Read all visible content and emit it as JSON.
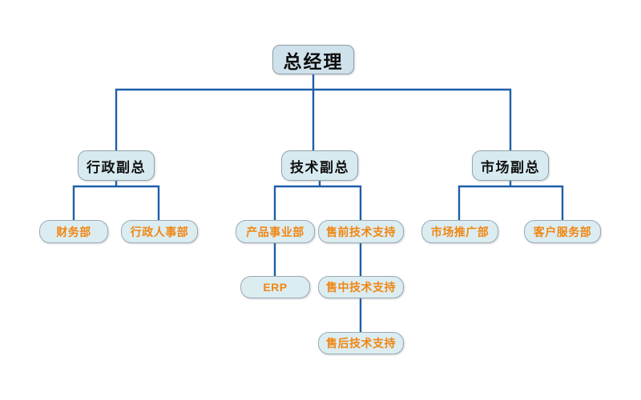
{
  "chart": {
    "type": "org-chart",
    "title": "",
    "line_color": "#1f5fa8",
    "node_fill": "#dcedf1",
    "root_fill": "#cfe2ec",
    "root_text_color": "#0d0d0d",
    "dept_text_color": "#f08613",
    "border_color": "#9aa7ae",
    "background": "#ffffff"
  },
  "nodes": {
    "root": {
      "label": "总经理",
      "level": 1
    },
    "vp_admin": {
      "label": "行政副总",
      "level": 2
    },
    "vp_tech": {
      "label": "技术副总",
      "level": 2
    },
    "vp_market": {
      "label": "市场副总",
      "level": 2
    },
    "finance": {
      "label": "财务部",
      "level": 3
    },
    "admin_hr": {
      "label": "行政人事部",
      "level": 3
    },
    "product": {
      "label": "产品事业部",
      "level": 3
    },
    "presale": {
      "label": "售前技术支持",
      "level": 3
    },
    "promotion": {
      "label": "市场推广部",
      "level": 3
    },
    "customer_service": {
      "label": "客户服务部",
      "level": 3
    },
    "erp": {
      "label": "ERP",
      "level": 4
    },
    "insale": {
      "label": "售中技术支持",
      "level": 4
    },
    "aftersale": {
      "label": "售后技术支持",
      "level": 5
    }
  },
  "edges": [
    {
      "from": "root",
      "to": "vp_admin"
    },
    {
      "from": "root",
      "to": "vp_tech"
    },
    {
      "from": "root",
      "to": "vp_market"
    },
    {
      "from": "vp_admin",
      "to": "finance"
    },
    {
      "from": "vp_admin",
      "to": "admin_hr"
    },
    {
      "from": "vp_tech",
      "to": "product"
    },
    {
      "from": "vp_tech",
      "to": "presale"
    },
    {
      "from": "vp_market",
      "to": "promotion"
    },
    {
      "from": "vp_market",
      "to": "customer_service"
    },
    {
      "from": "product",
      "to": "erp"
    },
    {
      "from": "presale",
      "to": "insale"
    },
    {
      "from": "insale",
      "to": "aftersale"
    }
  ]
}
